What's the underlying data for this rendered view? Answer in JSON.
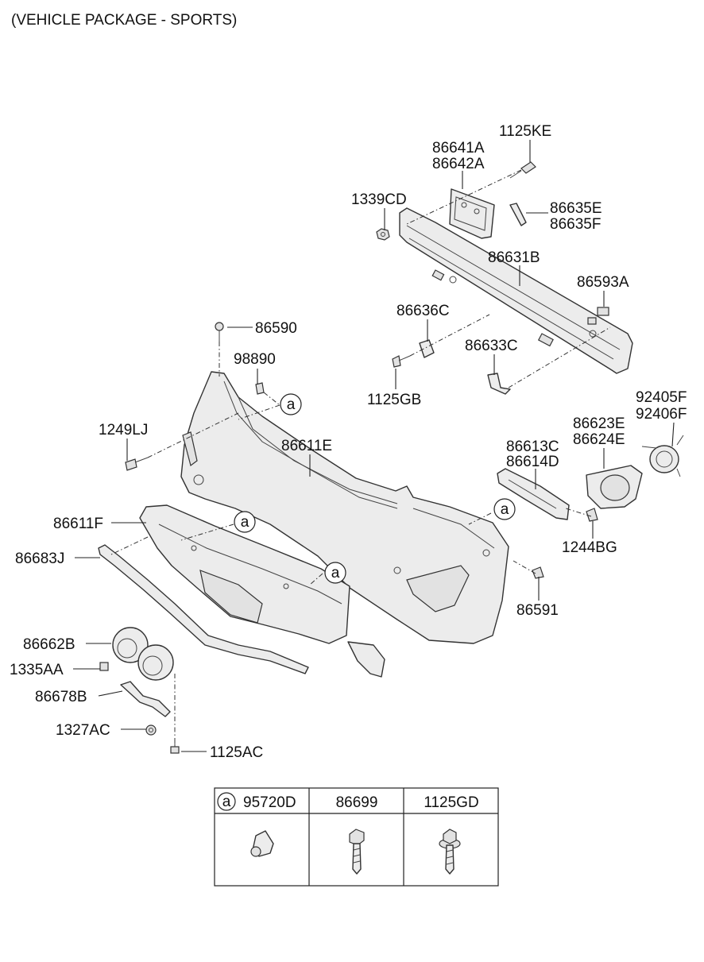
{
  "header": {
    "title": "(VEHICLE PACKAGE - SPORTS)"
  },
  "ref_marker": "a",
  "callouts": {
    "c_1125KE": "1125KE",
    "c_86641A": "86641A",
    "c_86642A": "86642A",
    "c_1339CD": "1339CD",
    "c_86635E": "86635E",
    "c_86635F": "86635F",
    "c_86631B": "86631B",
    "c_86593A": "86593A",
    "c_86590": "86590",
    "c_86636C": "86636C",
    "c_98890": "98890",
    "c_86633C": "86633C",
    "c_1125GB": "1125GB",
    "c_92405F": "92405F",
    "c_92406F": "92406F",
    "c_1249LJ": "1249LJ",
    "c_86611E": "86611E",
    "c_86623E": "86623E",
    "c_86624E": "86624E",
    "c_86613C": "86613C",
    "c_86614D": "86614D",
    "c_86611F": "86611F",
    "c_1244BG": "1244BG",
    "c_86683J": "86683J",
    "c_86591": "86591",
    "c_86662B": "86662B",
    "c_1335AA": "1335AA",
    "c_86678B": "86678B",
    "c_1327AC": "1327AC",
    "c_1125AC": "1125AC"
  },
  "legend_table": {
    "columns": [
      {
        "marker": "a",
        "part_no": "95720D"
      },
      {
        "marker": "",
        "part_no": "86699"
      },
      {
        "marker": "",
        "part_no": "1125GD"
      }
    ]
  }
}
